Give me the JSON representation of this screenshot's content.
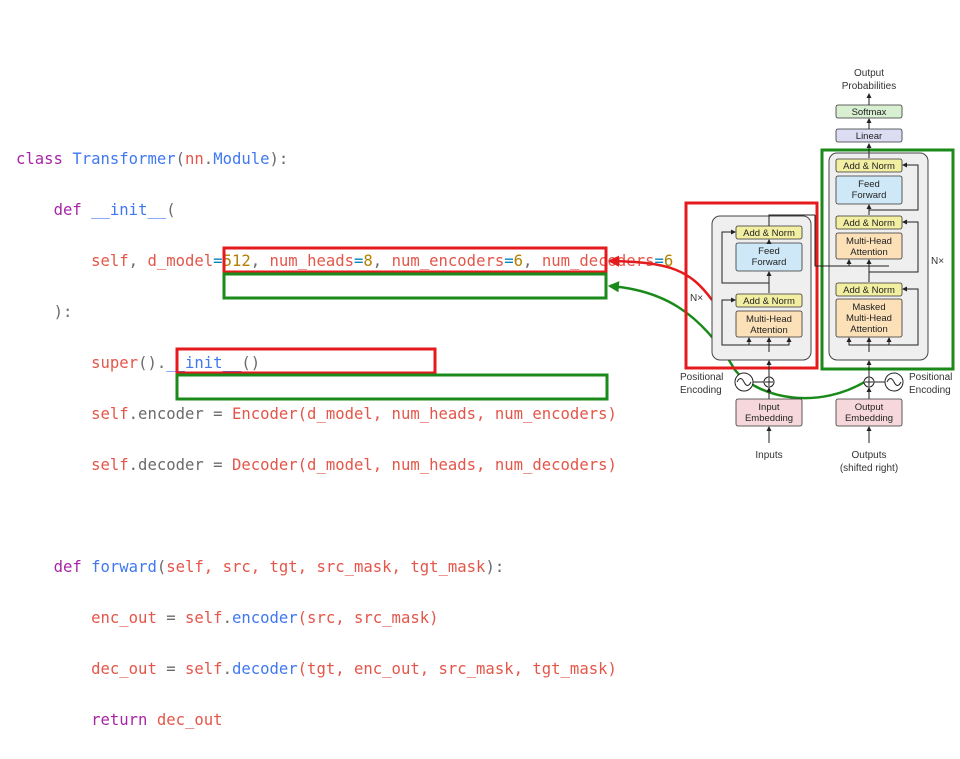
{
  "code": {
    "l1": {
      "k": "class",
      "name": "Transformer",
      "open": "(",
      "base": "nn",
      "dot": ".",
      "basecls": "Module",
      "close": "):"
    },
    "l2": {
      "k": "def",
      "name": "__init__",
      "open": "("
    },
    "l3": {
      "self": "self",
      "c1": ", ",
      "p1": "d_model",
      "v1": "512",
      "c2": ", ",
      "p2": "num_heads",
      "v2": "8",
      "c3": ", ",
      "p3": "num_encoders",
      "v3": "6",
      "c4": ", ",
      "p4": "num_decoders",
      "v4": "6"
    },
    "l4": {
      "t": "):"
    },
    "l5": {
      "sup": "super",
      "p": "().",
      "init": "__init__",
      "e": "()"
    },
    "l6": {
      "self": "self",
      "attr": ".encoder = ",
      "call": "Encoder(d_model, num_heads, num_encoders)"
    },
    "l7": {
      "self": "self",
      "attr": ".decoder = ",
      "call": "Decoder(d_model, num_heads, num_decoders)"
    },
    "l9": {
      "k": "def",
      "name": "forward",
      "open": "(",
      "args": "self, src, tgt, src_mask, tgt_mask",
      "close": "):"
    },
    "l10": {
      "var": "enc_out",
      "eq": " = ",
      "self": "self",
      "dot": ".",
      "m": "encoder",
      "args": "(src, src_mask)"
    },
    "l11": {
      "var": "dec_out",
      "eq": " = ",
      "self": "self",
      "dot": ".",
      "m": "decoder",
      "args": "(tgt, enc_out, src_mask, tgt_mask)"
    },
    "l12": {
      "k": "return",
      "v": " dec_out"
    }
  },
  "diagram": {
    "output_probabilities": [
      "Output",
      "Probabilities"
    ],
    "softmax": "Softmax",
    "linear": "Linear",
    "add_norm": "Add & Norm",
    "feed_forward": [
      "Feed",
      "Forward"
    ],
    "multi_head_attention": [
      "Multi-Head",
      "Attention"
    ],
    "masked_multi_head_attention": [
      "Masked",
      "Multi-Head",
      "Attention"
    ],
    "nx_left": "N×",
    "nx_right": "N×",
    "positional_encoding": [
      "Positional",
      "Encoding"
    ],
    "input_embedding": [
      "Input",
      "Embedding"
    ],
    "output_embedding": [
      "Output",
      "Embedding"
    ],
    "inputs": "Inputs",
    "outputs": [
      "Outputs",
      "(shifted right)"
    ]
  },
  "colors": {
    "encoder_highlight": "#e41a1c",
    "decoder_highlight": "#1a8a1a",
    "add_norm_fill": "#f3efa2",
    "feed_forward_fill": "#cfe8f7",
    "attention_fill": "#fbe0b8",
    "embedding_fill": "#f6d8dc",
    "softmax_fill": "#d8efd2",
    "linear_fill": "#dcdcf3",
    "stack_fill": "#efefef"
  }
}
